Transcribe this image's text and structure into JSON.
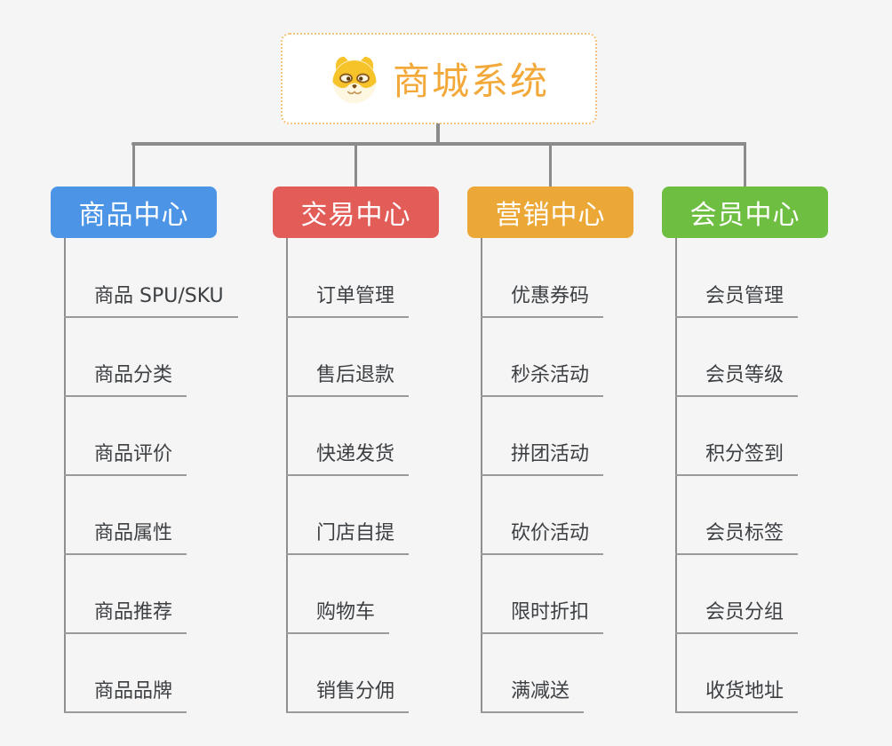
{
  "root": {
    "title": "商城系统",
    "icon": "shiba-dog-icon",
    "title_color": "#f2a93a",
    "border_color": "#f3c37c"
  },
  "connector_color": "#8b8b8b",
  "branches": [
    {
      "label": "商品中心",
      "color": "#4b94e6",
      "children": [
        "商品 SPU/SKU",
        "商品分类",
        "商品评价",
        "商品属性",
        "商品推荐",
        "商品品牌"
      ]
    },
    {
      "label": "交易中心",
      "color": "#e25c58",
      "children": [
        "订单管理",
        "售后退款",
        "快递发货",
        "门店自提",
        "购物车",
        "销售分佣"
      ]
    },
    {
      "label": "营销中心",
      "color": "#eba836",
      "children": [
        "优惠券码",
        "秒杀活动",
        "拼团活动",
        "砍价活动",
        "限时折扣",
        "满减送"
      ]
    },
    {
      "label": "会员中心",
      "color": "#6ebe41",
      "children": [
        "会员管理",
        "会员等级",
        "积分签到",
        "会员标签",
        "会员分组",
        "收货地址"
      ]
    }
  ]
}
